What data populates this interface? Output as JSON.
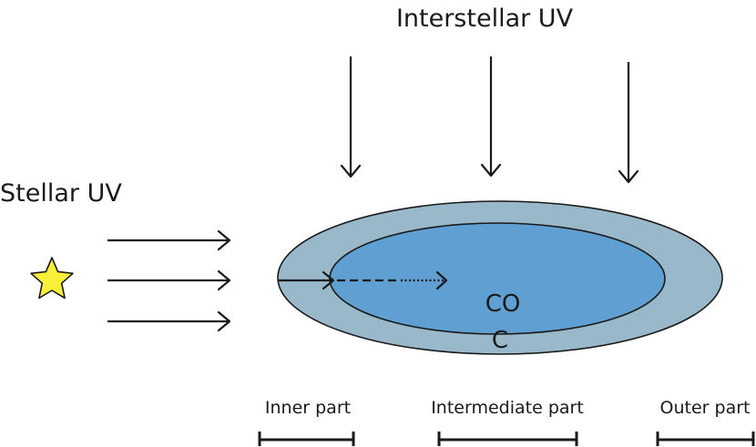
{
  "labels": {
    "interstellar_uv": "Interstellar UV",
    "stellar_uv": "Stellar UV",
    "co": "CO",
    "c": "C"
  },
  "regions": [
    {
      "label": "Inner part"
    },
    {
      "label": "Intermediate part"
    },
    {
      "label": "Outer part"
    }
  ],
  "colors": {
    "outer_disk": "#99b9cb",
    "inner_disk": "#5f9fd2",
    "star": "#f7ef3a",
    "stroke": "#1a1a1a"
  },
  "icons": {
    "star": "star-icon"
  }
}
